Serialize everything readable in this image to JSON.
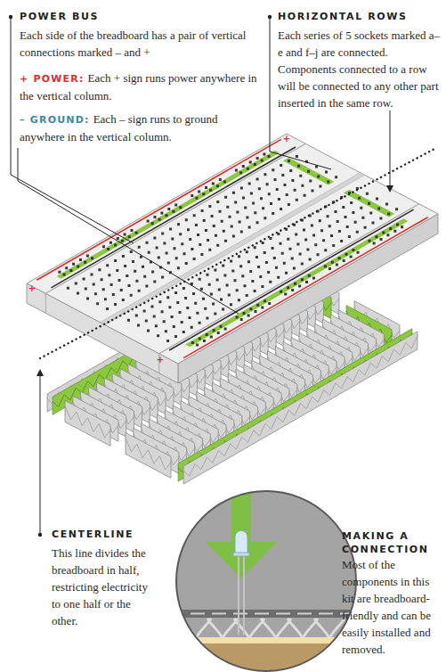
{
  "diagram": {
    "labels": [
      "POWER BUS",
      "Each side of the breadboard has a pair of vertical connections marked – and +",
      "+ POWER:",
      "Each + sign runs power anywhere in the vertical column.",
      "– GROUND:",
      "Each – sign runs to ground anywhere in the vertical column.",
      "HORIZONTAL ROWS",
      "Each series of 5 sockets marked a–e and f–j are connected. Components connected to a row will be connected to any other part inserted in the same row.",
      "CENTERLINE",
      "This line divides the breadboard in half, restricting electricity to one half or the other.",
      "MAKING A CONNECTION",
      "Most of the components in this kit are breadboard-friendly and can be easily installed and removed.",
      "+",
      "+",
      "+"
    ]
  }
}
